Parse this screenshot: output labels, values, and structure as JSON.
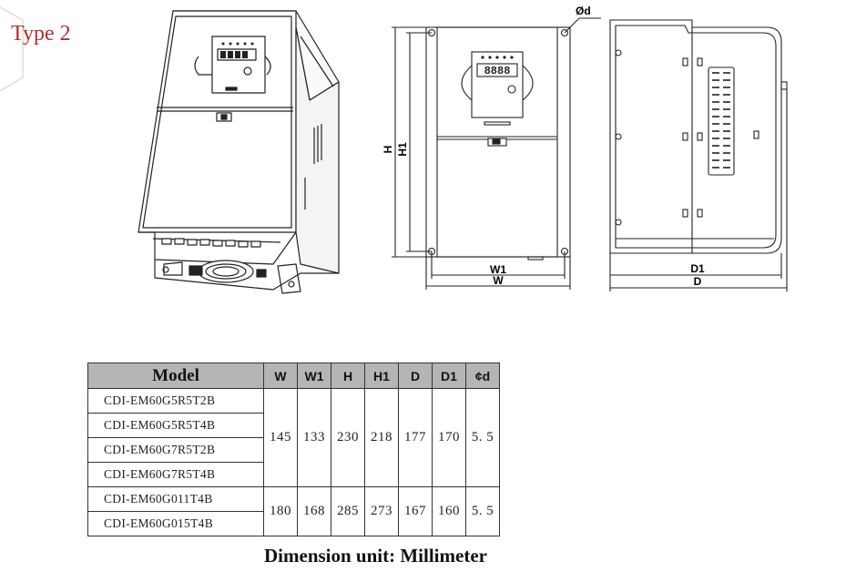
{
  "type_label": "Type 2",
  "drawing_labels": {
    "phi_d": "Ød",
    "h": "H",
    "h1": "H1",
    "w1": "W1",
    "w": "W",
    "d1": "D1",
    "d": "D",
    "display_digits": "8888"
  },
  "table": {
    "headers": [
      "Model",
      "W",
      "W1",
      "H",
      "H1",
      "D",
      "D1",
      "¢d"
    ],
    "groups": [
      {
        "models": [
          "CDI-EM60G5R5T2B",
          "CDI-EM60G5R5T4B",
          "CDI-EM60G7R5T2B",
          "CDI-EM60G7R5T4B"
        ],
        "values": [
          "145",
          "133",
          "230",
          "218",
          "177",
          "170",
          "5. 5"
        ]
      },
      {
        "models": [
          "CDI-EM60G011T4B",
          "CDI-EM60G015T4B"
        ],
        "values": [
          "180",
          "168",
          "285",
          "273",
          "167",
          "160",
          "5. 5"
        ]
      }
    ]
  },
  "caption": "Dimension  unit: Millimeter"
}
